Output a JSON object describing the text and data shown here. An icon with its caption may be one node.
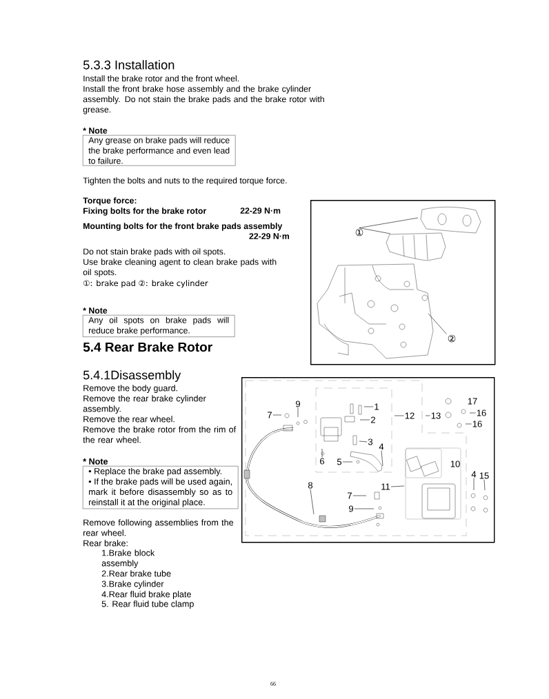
{
  "diagram": {
    "nodes": [
      {
        "text": [
          "* Note",
          "Any grease on brake pads will reduce the brake performance and even lead to failure."
        ]
      },
      {
        "text": [
          "* Note",
          "Any oil spots on brake pads will reduce brake performance."
        ]
      },
      {
        "text": [
          "* Note",
          "• Replace the brake pad assembly.",
          "• If the brake pads will be used again, mark it before disassembly so as to reinstall it at the original place."
        ]
      },
      {
        "text": [],
        "shape": "picture"
      },
      {
        "text": [
          "①"
        ],
        "in": 3
      },
      {
        "text": [
          "②"
        ],
        "in": 3
      },
      {
        "text": [],
        "shape": "picture"
      },
      {
        "text": [
          "9"
        ],
        "in": 6
      },
      {
        "text": [
          "7"
        ],
        "in": 6
      },
      {
        "text": [
          "1"
        ],
        "in": 6
      },
      {
        "text": [
          "2"
        ],
        "in": 6
      },
      {
        "text": [
          "12"
        ],
        "in": 6
      },
      {
        "text": [
          "13"
        ],
        "in": 6
      },
      {
        "text": [
          "16"
        ],
        "in": 6
      },
      {
        "text": [
          "16"
        ],
        "in": 6
      },
      {
        "text": [
          "3"
        ],
        "in": 6
      },
      {
        "text": [
          "4"
        ],
        "in": 6
      },
      {
        "text": [
          "6"
        ],
        "in": 6
      },
      {
        "text": [
          "5"
        ],
        "in": 6
      },
      {
        "text": [
          "4"
        ],
        "in": 6
      },
      {
        "text": [
          "15"
        ],
        "in": 6
      },
      {
        "text": [
          "8"
        ],
        "in": 6
      },
      {
        "text": [
          "11"
        ],
        "in": 6
      },
      {
        "text": [
          "7"
        ],
        "in": 6
      },
      {
        "text": [
          "9"
        ],
        "in": 6
      }
    ],
    "edges": [
      {
        "from": 4,
        "to": null,
        "arrow": "none"
      },
      {
        "from": 4,
        "to": null,
        "arrow": "none"
      },
      {
        "from": 5,
        "to": null,
        "arrow": "none"
      },
      {
        "from": 7,
        "to": null,
        "arrow": "none"
      },
      {
        "from": 8,
        "to": null,
        "arrow": "none"
      },
      {
        "from": 9,
        "to": null,
        "arrow": "none"
      },
      {
        "from": 10,
        "to": null,
        "arrow": "none"
      },
      {
        "from": 11,
        "to": null,
        "arrow": "none"
      },
      {
        "from": 12,
        "to": null,
        "arrow": "none"
      },
      {
        "from": 13,
        "to": null,
        "arrow": "none"
      },
      {
        "from": 14,
        "to": null,
        "arrow": "none"
      },
      {
        "from": 15,
        "to": null,
        "arrow": "none"
      },
      {
        "from": 16,
        "to": null,
        "arrow": "none"
      },
      {
        "from": 17,
        "to": null,
        "arrow": "none"
      },
      {
        "from": 18,
        "to": null,
        "arrow": "none"
      },
      {
        "from": 19,
        "to": null,
        "arrow": "none"
      },
      {
        "from": 20,
        "to": null,
        "arrow": "none"
      },
      {
        "from": 21,
        "to": null,
        "arrow": "none"
      },
      {
        "from": 22,
        "to": null,
        "arrow": "none"
      },
      {
        "from": 23,
        "to": null,
        "arrow": "none"
      },
      {
        "from": 24,
        "to": null,
        "arrow": "none"
      }
    ],
    "labels": [
      "5.3.3 Installation",
      "Install the brake rotor and the front wheel.",
      "Install the front brake hose assembly and the brake cylinder assembly. Do not stain the brake pads and the brake rotor with grease.",
      "Tighten the bolts and nuts to the required torque force.",
      "Torque force:",
      "Fixing bolts for the brake rotor",
      "22-29 N·m",
      "Mounting bolts for the front brake pads assembly",
      "22-29 N·m",
      "Do not stain brake pads with oil spots.",
      "Use brake cleaning agent to clean brake pads with oil spots.",
      "①: brake pad ②: brake cylinder",
      "5.4 Rear Brake Rotor",
      "5.4.1Disassembly",
      "Remove the body guard.",
      "Remove the rear brake cylinder assembly.",
      "Remove the rear wheel.",
      "Remove the brake rotor from the rim of the rear wheel.",
      "Remove following assemblies from the rear wheel.",
      "Rear brake:",
      "1.Brake block assembly",
      "2.Rear brake tube",
      "3.Brake cylinder",
      "4.Rear fluid brake plate",
      "5. Rear fluid tube clamp",
      "17",
      "10",
      "66"
    ]
  }
}
